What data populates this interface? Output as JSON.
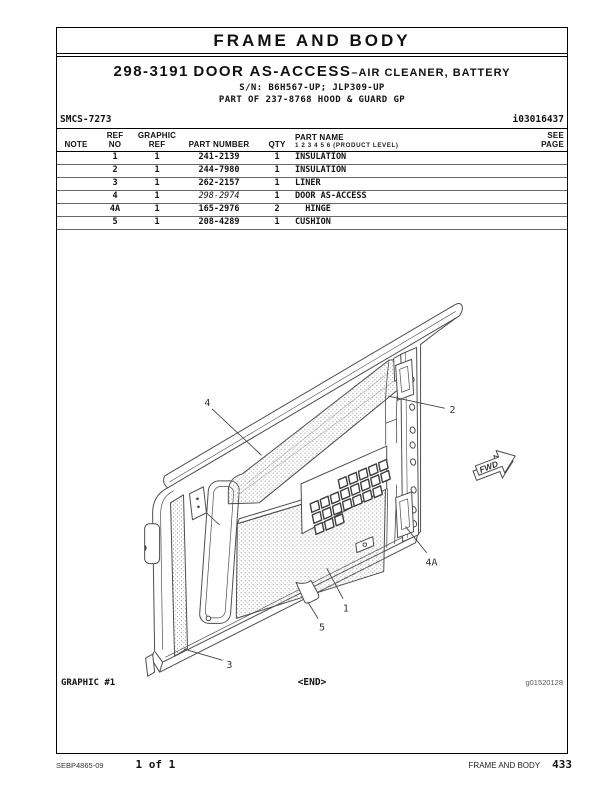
{
  "colors": {
    "ink": "#111111",
    "line_gray": "#4d4d4d",
    "muted": "#555555"
  },
  "header": {
    "section_title": "FRAME AND BODY",
    "part_number": "298-3191",
    "part_title": "DOOR AS-ACCESS",
    "part_subtitle": "–AIR CLEANER, BATTERY",
    "serial_line": "S/N: B6H567-UP; JLP309-UP",
    "part_of_line": "PART OF 237-8768 HOOD & GUARD GP",
    "smcs_code": "SMCS-7273",
    "doc_id": "i03016437"
  },
  "table": {
    "headers": {
      "note": "NOTE",
      "ref_line1": "REF",
      "ref_line2": "NO",
      "graphic_line1": "GRAPHIC",
      "graphic_line2": "REF",
      "part_number": "PART NUMBER",
      "qty": "QTY",
      "part_name": "PART NAME",
      "product_level": "1  2  3  4  5  6  (PRODUCT LEVEL)",
      "see_line1": "SEE",
      "see_line2": "PAGE"
    },
    "rows": [
      {
        "note": "",
        "ref_no": "1",
        "graphic_ref": "1",
        "part_number": "241-2139",
        "qty": "1",
        "part_name": "INSULATION",
        "see_page": "",
        "style": "bold"
      },
      {
        "note": "",
        "ref_no": "2",
        "graphic_ref": "1",
        "part_number": "244-7980",
        "qty": "1",
        "part_name": "INSULATION",
        "see_page": "",
        "style": "bold"
      },
      {
        "note": "",
        "ref_no": "3",
        "graphic_ref": "1",
        "part_number": "262-2157",
        "qty": "1",
        "part_name": "LINER",
        "see_page": "",
        "style": "bold"
      },
      {
        "note": "",
        "ref_no": "4",
        "graphic_ref": "1",
        "part_number": "298-2974",
        "qty": "1",
        "part_name": "DOOR AS-ACCESS",
        "see_page": "",
        "style": "italic"
      },
      {
        "note": "",
        "ref_no": "4A",
        "graphic_ref": "1",
        "part_number": "165-2976",
        "qty": "2",
        "part_name": "  HINGE",
        "see_page": "",
        "style": "bold"
      },
      {
        "note": "",
        "ref_no": "5",
        "graphic_ref": "1",
        "part_number": "208-4289",
        "qty": "1",
        "part_name": "CUSHION",
        "see_page": "",
        "style": "bold"
      }
    ]
  },
  "graphic": {
    "caption_left": "GRAPHIC #1",
    "end_marker": "<END>",
    "graphic_id": "g01520128",
    "fwd_label": "FWD",
    "callouts": {
      "c1": "1",
      "c2": "2",
      "c3": "3",
      "c4": "4",
      "c4a": "4A",
      "c5": "5"
    }
  },
  "footer": {
    "media_number": "SEBP4865-09",
    "page_of": "1 of 1",
    "section": "FRAME AND BODY",
    "page_number": "433"
  }
}
